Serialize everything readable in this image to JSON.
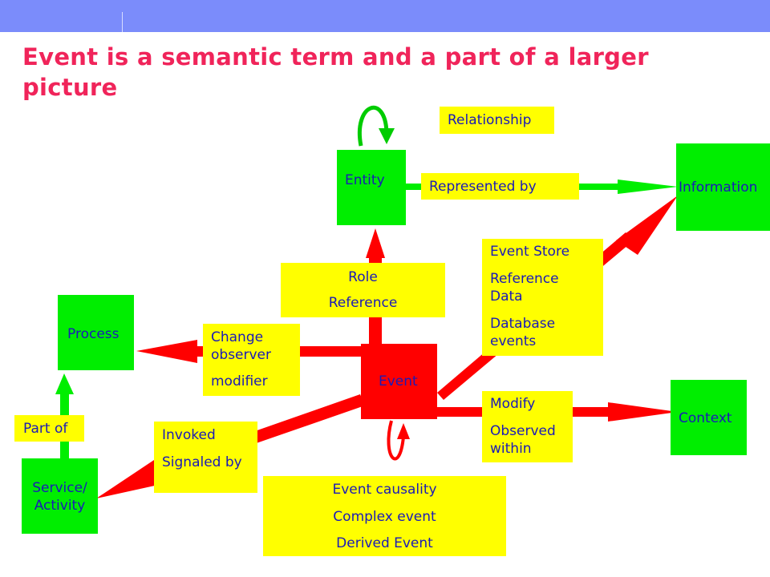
{
  "slide": {
    "title": "Event is a semantic term and a part of a larger picture"
  },
  "colors": {
    "header_bar": "#7b8cfb",
    "title": "#f0245a",
    "entity_box": "#00ee00",
    "event_box": "#ff0000",
    "label_box": "#ffff00",
    "text": "#1a1ab8",
    "red_arrow": "#ff0000",
    "green_arrow": "#00ee00"
  },
  "nodes": {
    "entity": "Entity",
    "information": "Information",
    "process": "Process",
    "event": "Event",
    "context": "Context",
    "service_activity": "Service/ Activity"
  },
  "labels": {
    "relationship": "Relationship",
    "represented_by": "Represented by",
    "role": "Role",
    "reference": "Reference",
    "event_store": "Event Store",
    "reference_data": "Reference Data",
    "database_events": "Database events",
    "change_observer": "Change observer",
    "modifier": "modifier",
    "modify": "Modify",
    "observed_within": "Observed within",
    "part_of": "Part of",
    "invoked": "Invoked",
    "signaled_by": "Signaled by",
    "event_causality": "Event causality",
    "complex_event": "Complex event",
    "derived_event": "Derived Event"
  }
}
